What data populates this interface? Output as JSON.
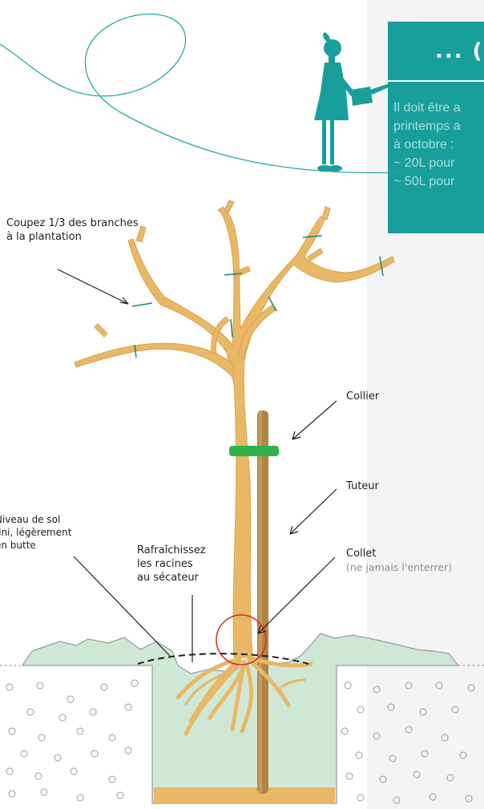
{
  "watering_box": {
    "title": "... (",
    "lines": [
      "Il doit être a",
      "printemps a",
      "à octobre :",
      "~ 20L pour",
      "~ 50L pour"
    ]
  },
  "labels": {
    "prune_branches": [
      "Coupez 1/3 des branches",
      "à la plantation"
    ],
    "collar": "Collier",
    "stake": "Tuteur",
    "root_collar": "Collet",
    "root_collar_note": "(ne jamais l'enterrer)",
    "refresh_roots": [
      "Rafraîchissez",
      "les racines",
      "au sécateur"
    ],
    "soil_level": [
      "Niveau de sol",
      "fini, légèrement",
      "en butte"
    ]
  },
  "colors": {
    "teal": "#189f9c",
    "trunk": "#e8b866",
    "stake": "#b08447",
    "collar_band": "#2fb24b",
    "soil": "#cfe8d5",
    "root_circle": "#d9281f",
    "cut_mark": "#16857f"
  },
  "icons": {
    "gardener": "child-watering-can-silhouette",
    "loop": "decorative-loop-line"
  }
}
